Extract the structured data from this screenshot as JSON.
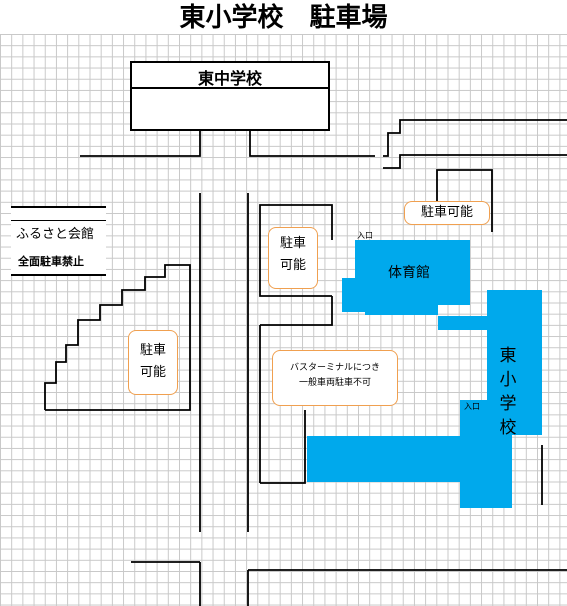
{
  "title": "東小学校　駐車場",
  "buildings": {
    "higashi_chu": "東中学校",
    "furusato_name": "ふるさと会館",
    "furusato_note": "全面駐車禁止",
    "gym": "体育館",
    "school": [
      "東",
      "小",
      "学",
      "校"
    ]
  },
  "entrances": {
    "gym": "入口",
    "school": "入口"
  },
  "parking": {
    "top_right": "駐車可能",
    "center_top": [
      "駐車",
      "可能"
    ],
    "left": [
      "駐車",
      "可能"
    ],
    "bus_note_1": "バスターミナルにつき",
    "bus_note_2": "一般車両駐車不可"
  },
  "colors": {
    "building_blue": "#00a9ec",
    "parking_border": "#f0a050",
    "grid": "#c8c8c8"
  }
}
